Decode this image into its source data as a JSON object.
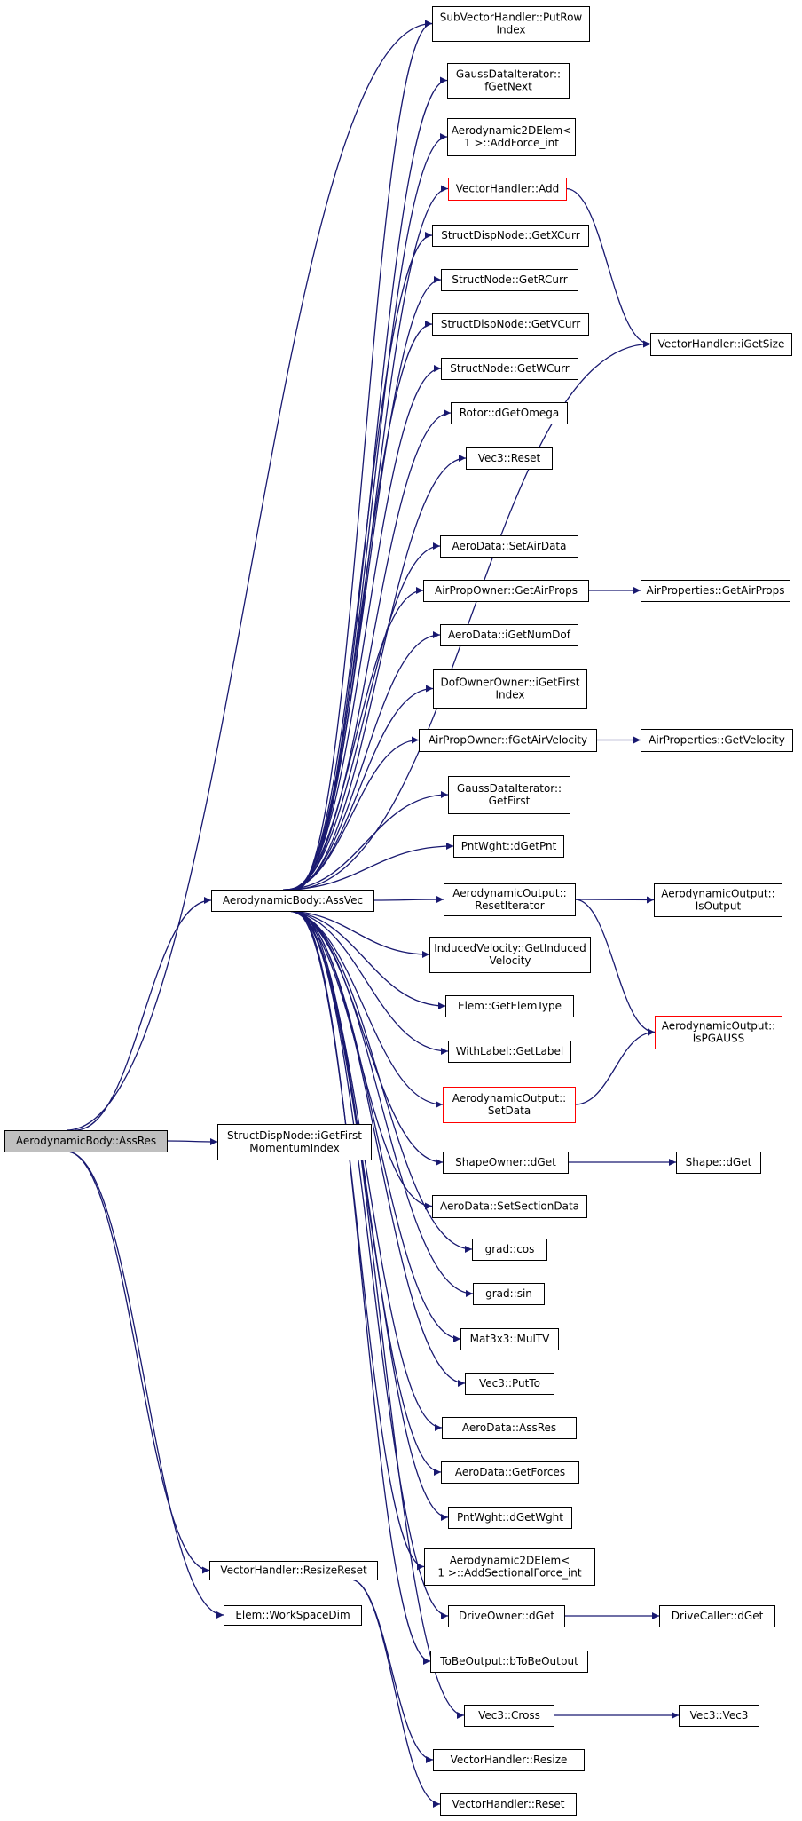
{
  "colors": {
    "edge": "#191970",
    "box_border": "#000000",
    "box_border_truncated": "#ff0000",
    "root_fill": "#bfbfbf",
    "box_fill": "#ffffff",
    "text": "#000000"
  },
  "nodes": [
    {
      "id": "assres_root",
      "lines": [
        "AerodynamicBody::AssRes"
      ],
      "root": true
    },
    {
      "id": "iget_first_momentum_index",
      "lines": [
        "StructDispNode::iGetFirst",
        "MomentumIndex"
      ]
    },
    {
      "id": "resize_reset",
      "lines": [
        "VectorHandler::ResizeReset"
      ]
    },
    {
      "id": "workspacedim",
      "lines": [
        "Elem::WorkSpaceDim"
      ]
    },
    {
      "id": "assvec",
      "lines": [
        "AerodynamicBody::AssVec"
      ]
    },
    {
      "id": "putrowindex",
      "lines": [
        "SubVectorHandler::PutRow",
        "Index"
      ]
    },
    {
      "id": "fgetnext",
      "lines": [
        "GaussDataIterator::",
        "fGetNext"
      ]
    },
    {
      "id": "addforce_int",
      "lines": [
        "Aerodynamic2DElem<",
        "1 >::AddForce_int"
      ]
    },
    {
      "id": "vh_add",
      "lines": [
        "VectorHandler::Add"
      ],
      "truncated": true
    },
    {
      "id": "getxcurr",
      "lines": [
        "StructDispNode::GetXCurr"
      ]
    },
    {
      "id": "getrcurr",
      "lines": [
        "StructNode::GetRCurr"
      ]
    },
    {
      "id": "getvcurr",
      "lines": [
        "StructDispNode::GetVCurr"
      ]
    },
    {
      "id": "getwcurr",
      "lines": [
        "StructNode::GetWCurr"
      ]
    },
    {
      "id": "dgetomega",
      "lines": [
        "Rotor::dGetOmega"
      ]
    },
    {
      "id": "vec3_reset",
      "lines": [
        "Vec3::Reset"
      ]
    },
    {
      "id": "igetsize",
      "lines": [
        "VectorHandler::iGetSize"
      ]
    },
    {
      "id": "setairdata",
      "lines": [
        "AeroData::SetAirData"
      ]
    },
    {
      "id": "getairprops",
      "lines": [
        "AirPropOwner::GetAirProps"
      ]
    },
    {
      "id": "ap_getairprops",
      "lines": [
        "AirProperties::GetAirProps"
      ]
    },
    {
      "id": "igetnumdof",
      "lines": [
        "AeroData::iGetNumDof"
      ]
    },
    {
      "id": "igetfirstindex",
      "lines": [
        "DofOwnerOwner::iGetFirst",
        "Index"
      ]
    },
    {
      "id": "fgetairvelocity",
      "lines": [
        "AirPropOwner::fGetAirVelocity"
      ]
    },
    {
      "id": "ap_getvelocity",
      "lines": [
        "AirProperties::GetVelocity"
      ]
    },
    {
      "id": "getfirst",
      "lines": [
        "GaussDataIterator::",
        "GetFirst"
      ]
    },
    {
      "id": "dgetpnt",
      "lines": [
        "PntWght::dGetPnt"
      ]
    },
    {
      "id": "resetiterator",
      "lines": [
        "AerodynamicOutput::",
        "ResetIterator"
      ]
    },
    {
      "id": "isoutput",
      "lines": [
        "AerodynamicOutput::",
        "IsOutput"
      ]
    },
    {
      "id": "getinducedvelocity",
      "lines": [
        "InducedVelocity::GetInduced",
        "Velocity"
      ]
    },
    {
      "id": "getelemtype",
      "lines": [
        "Elem::GetElemType"
      ]
    },
    {
      "id": "ispgauss",
      "lines": [
        "AerodynamicOutput::",
        "IsPGAUSS"
      ],
      "truncated": true
    },
    {
      "id": "getlabel",
      "lines": [
        "WithLabel::GetLabel"
      ]
    },
    {
      "id": "setdata",
      "lines": [
        "AerodynamicOutput::",
        "SetData"
      ],
      "truncated": true
    },
    {
      "id": "shapeowner_dget",
      "lines": [
        "ShapeOwner::dGet"
      ]
    },
    {
      "id": "shape_dget",
      "lines": [
        "Shape::dGet"
      ]
    },
    {
      "id": "setsectiondata",
      "lines": [
        "AeroData::SetSectionData"
      ]
    },
    {
      "id": "grad_cos",
      "lines": [
        "grad::cos"
      ]
    },
    {
      "id": "grad_sin",
      "lines": [
        "grad::sin"
      ]
    },
    {
      "id": "multv",
      "lines": [
        "Mat3x3::MulTV"
      ]
    },
    {
      "id": "putto",
      "lines": [
        "Vec3::PutTo"
      ]
    },
    {
      "id": "aerodata_assres",
      "lines": [
        "AeroData::AssRes"
      ]
    },
    {
      "id": "getforces",
      "lines": [
        "AeroData::GetForces"
      ]
    },
    {
      "id": "dgetwght",
      "lines": [
        "PntWght::dGetWght"
      ]
    },
    {
      "id": "addsectionalforce_int",
      "lines": [
        "Aerodynamic2DElem<",
        "1 >::AddSectionalForce_int"
      ]
    },
    {
      "id": "driveowner_dget",
      "lines": [
        "DriveOwner::dGet"
      ]
    },
    {
      "id": "drivecaller_dget",
      "lines": [
        "DriveCaller::dGet"
      ]
    },
    {
      "id": "btobeoutput",
      "lines": [
        "ToBeOutput::bToBeOutput"
      ]
    },
    {
      "id": "vec3_cross",
      "lines": [
        "Vec3::Cross"
      ]
    },
    {
      "id": "vec3_vec3",
      "lines": [
        "Vec3::Vec3"
      ]
    },
    {
      "id": "vh_resize",
      "lines": [
        "VectorHandler::Resize"
      ]
    },
    {
      "id": "vh_reset",
      "lines": [
        "VectorHandler::Reset"
      ]
    }
  ],
  "edges": [
    [
      "assres_root",
      "putrowindex"
    ],
    [
      "assres_root",
      "assvec"
    ],
    [
      "assres_root",
      "iget_first_momentum_index"
    ],
    [
      "assres_root",
      "resize_reset"
    ],
    [
      "assres_root",
      "workspacedim"
    ],
    [
      "assvec",
      "putrowindex"
    ],
    [
      "assvec",
      "fgetnext"
    ],
    [
      "assvec",
      "addforce_int"
    ],
    [
      "assvec",
      "vh_add"
    ],
    [
      "assvec",
      "getxcurr"
    ],
    [
      "assvec",
      "getrcurr"
    ],
    [
      "assvec",
      "getvcurr"
    ],
    [
      "assvec",
      "getwcurr"
    ],
    [
      "assvec",
      "dgetomega"
    ],
    [
      "assvec",
      "vec3_reset"
    ],
    [
      "assvec",
      "igetsize"
    ],
    [
      "assvec",
      "setairdata"
    ],
    [
      "assvec",
      "getairprops"
    ],
    [
      "assvec",
      "igetnumdof"
    ],
    [
      "assvec",
      "igetfirstindex"
    ],
    [
      "assvec",
      "fgetairvelocity"
    ],
    [
      "assvec",
      "getfirst"
    ],
    [
      "assvec",
      "dgetpnt"
    ],
    [
      "assvec",
      "resetiterator"
    ],
    [
      "assvec",
      "getinducedvelocity"
    ],
    [
      "assvec",
      "getelemtype"
    ],
    [
      "assvec",
      "getlabel"
    ],
    [
      "assvec",
      "setdata"
    ],
    [
      "assvec",
      "shapeowner_dget"
    ],
    [
      "assvec",
      "setsectiondata"
    ],
    [
      "assvec",
      "grad_cos"
    ],
    [
      "assvec",
      "grad_sin"
    ],
    [
      "assvec",
      "multv"
    ],
    [
      "assvec",
      "putto"
    ],
    [
      "assvec",
      "aerodata_assres"
    ],
    [
      "assvec",
      "getforces"
    ],
    [
      "assvec",
      "dgetwght"
    ],
    [
      "assvec",
      "addsectionalforce_int"
    ],
    [
      "assvec",
      "driveowner_dget"
    ],
    [
      "assvec",
      "btobeoutput"
    ],
    [
      "assvec",
      "vec3_cross"
    ],
    [
      "vh_add",
      "igetsize"
    ],
    [
      "getairprops",
      "ap_getairprops"
    ],
    [
      "fgetairvelocity",
      "ap_getvelocity"
    ],
    [
      "resetiterator",
      "isoutput"
    ],
    [
      "resetiterator",
      "ispgauss"
    ],
    [
      "setdata",
      "ispgauss"
    ],
    [
      "shapeowner_dget",
      "shape_dget"
    ],
    [
      "driveowner_dget",
      "drivecaller_dget"
    ],
    [
      "vec3_cross",
      "vec3_vec3"
    ],
    [
      "resize_reset",
      "vh_resize"
    ],
    [
      "resize_reset",
      "vh_reset"
    ]
  ]
}
